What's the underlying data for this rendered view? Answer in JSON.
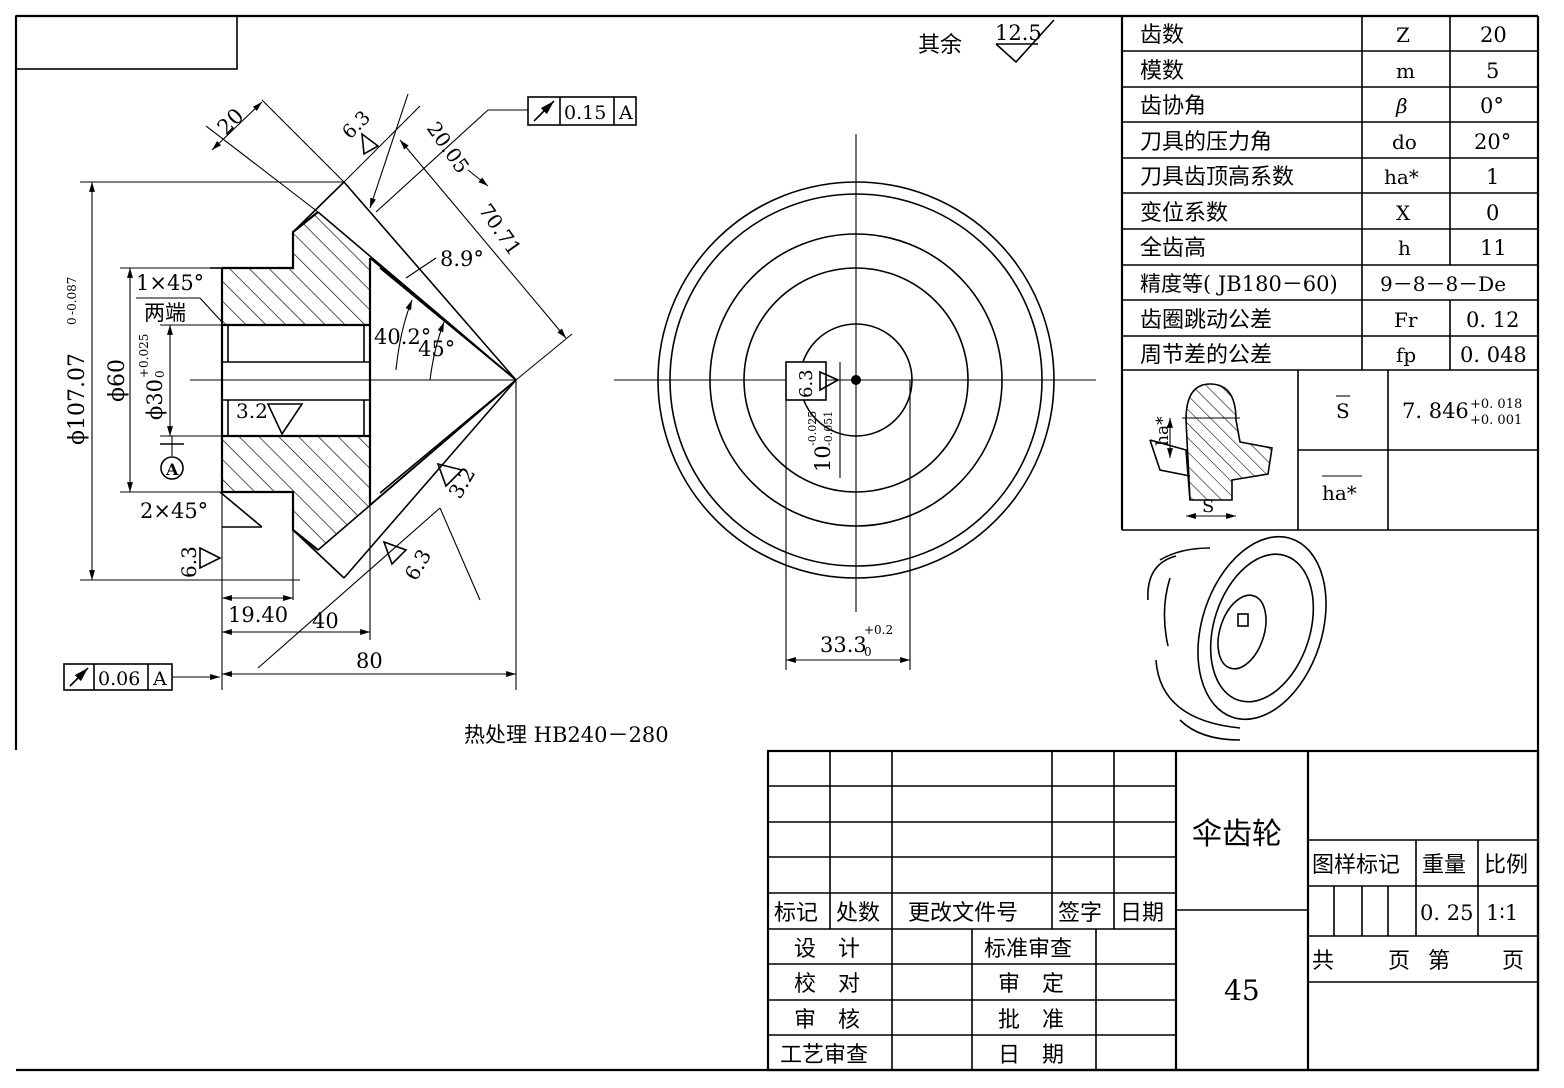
{
  "surface_roughness": {
    "rest_label": "其余",
    "rest_value": "12.5"
  },
  "runout_top": {
    "value": "0.15",
    "datum": "A"
  },
  "runout_bottom": {
    "value": "0.06",
    "datum": "A"
  },
  "dims": {
    "d20": "20",
    "r63a": "6.3",
    "d2005": "20.05",
    "d7071": "70.71",
    "a89": "8.9°",
    "a402": "40.2°",
    "a45": "45°",
    "ch1": "1×45°",
    "ch1b": "两端",
    "dia107": "ϕ107.07",
    "dia107tol": "0 -0.087",
    "dia60": "ϕ60",
    "dia30": "ϕ30",
    "dia30up": "+0.025",
    "dia30lo": "0",
    "r32a": "3.2",
    "datumA": "A",
    "ch2": "2×45°",
    "r63b": "6.3",
    "r32b": "3.2",
    "r63c": "6.3",
    "d1940": "19.40",
    "d40": "40",
    "d80": "80",
    "key63": "6.3",
    "key10": "10",
    "key10up": "-0.025",
    "key10lo": "-0.051",
    "d333": "33.3",
    "d333up": "+0.2",
    "d333lo": "0"
  },
  "heat_treatment": "热处理 HB240－280",
  "params": [
    {
      "name": "齿数",
      "sym": "Z",
      "val": "20"
    },
    {
      "name": "模数",
      "sym": "m",
      "val": "5"
    },
    {
      "name": "齿协角",
      "sym": "β",
      "val": "0°"
    },
    {
      "name": "刀具的压力角",
      "sym": "do",
      "val": "20°"
    },
    {
      "name": "刀具齿顶高系数",
      "sym": "ha*",
      "val": "1"
    },
    {
      "name": "变位系数",
      "sym": "X",
      "val": "0"
    },
    {
      "name": "全齿高",
      "sym": "h",
      "val": "11"
    },
    {
      "name": "精度等( JB180－60)",
      "sym": "",
      "val": "9－8－8－De"
    },
    {
      "name": "齿圈跳动公差",
      "sym": "Fr",
      "val": "0. 12"
    },
    {
      "name": "周节差的公差",
      "sym": "fp",
      "val": "0. 048"
    }
  ],
  "tooth": {
    "s_label": "S",
    "s_value": "7. 846",
    "s_up": "+0. 018",
    "s_lo": "+0. 001",
    "ha_label": "ha*",
    "ha_inner": "ha*",
    "s_inner": "S"
  },
  "title_block": {
    "part_name": "伞齿轮",
    "material": "45",
    "rev_headers": [
      "标记",
      "处数",
      "更改文件号",
      "签字",
      "日期"
    ],
    "left_roles": [
      "设　计",
      "校　对",
      "审　核",
      "工艺审查"
    ],
    "right_roles": [
      "标准审查",
      "审　定",
      "批　准",
      "日　期"
    ],
    "meta_headers": [
      "图样标记",
      "重量",
      "比例"
    ],
    "weight": "0. 25",
    "scale": "1∶1",
    "sheets_total_label": "共",
    "sheets_total_unit": "页",
    "sheet_no_label": "第",
    "sheet_no_unit": "页"
  }
}
